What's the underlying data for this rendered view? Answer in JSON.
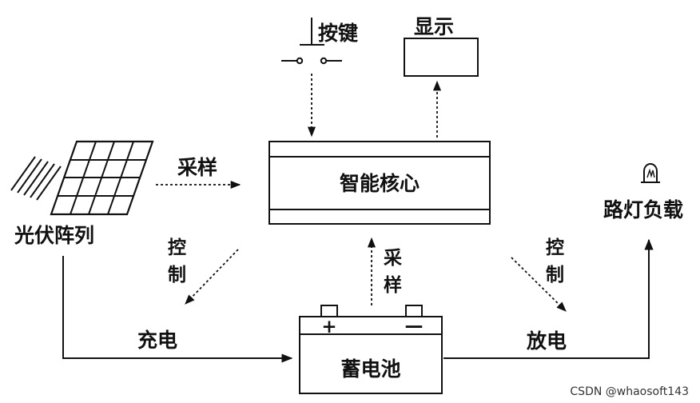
{
  "labels": {
    "button": "按键",
    "display": "显示",
    "core": "智能核心",
    "solar": "光伏阵列",
    "sample_left": "采样",
    "control_left_1": "控",
    "control_left_2": "制",
    "sample_mid_1": "采",
    "sample_mid_2": "样",
    "control_right_1": "控",
    "control_right_2": "制",
    "charge": "充电",
    "battery": "蓄电池",
    "discharge": "放电",
    "load": "路灯负载",
    "plus": "+",
    "minus": "—"
  },
  "watermark": "CSDN @whaosoft143"
}
